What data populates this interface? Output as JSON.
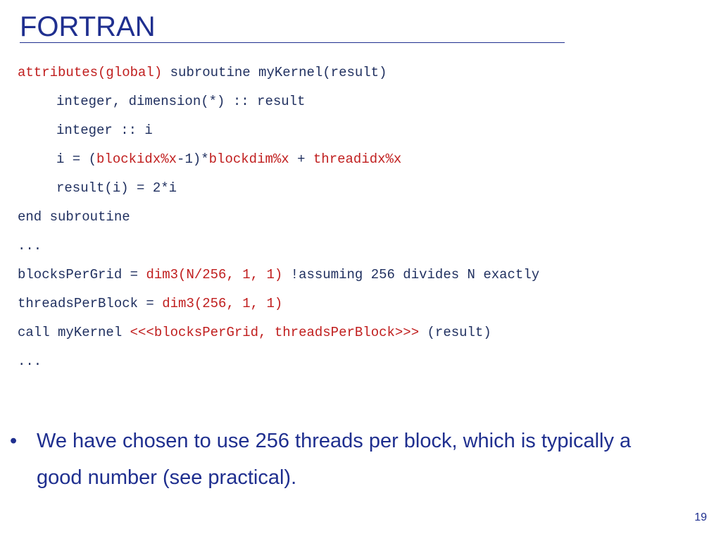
{
  "slide": {
    "title": "FORTRAN",
    "page_number": "19",
    "bullet_marker": "•",
    "bullet_text": "We have chosen to use 256 threads per block, which is typically a good number (see practical).",
    "text_color": "#1f2f8f",
    "highlight_color": "#c01e1e"
  },
  "code": {
    "l1": {
      "a": "attributes(global)",
      "b": " subroutine myKernel(result)"
    },
    "l2": {
      "a": "integer, dimension(*) :: result"
    },
    "l3": {
      "a": "integer :: i"
    },
    "l4": {
      "a": "i = (",
      "b": "blockidx%x",
      "c": "-1)*",
      "d": "blockdim%x",
      "e": " + ",
      "f": "threadidx%x"
    },
    "l5": {
      "a": "result(i) = 2*i"
    },
    "l6": {
      "a": "end subroutine"
    },
    "l7": {
      "a": "..."
    },
    "l8": {
      "a": "blocksPerGrid = ",
      "b": "dim3(N/256, 1, 1)",
      "c": " !assuming 256 divides N exactly"
    },
    "l9": {
      "a": "threadsPerBlock = ",
      "b": "dim3(256, 1, 1)"
    },
    "l10": {
      "a": "call myKernel ",
      "b": "<<<blocksPerGrid, threadsPerBlock>>>",
      "c": " (result)"
    },
    "l11": {
      "a": "..."
    }
  }
}
